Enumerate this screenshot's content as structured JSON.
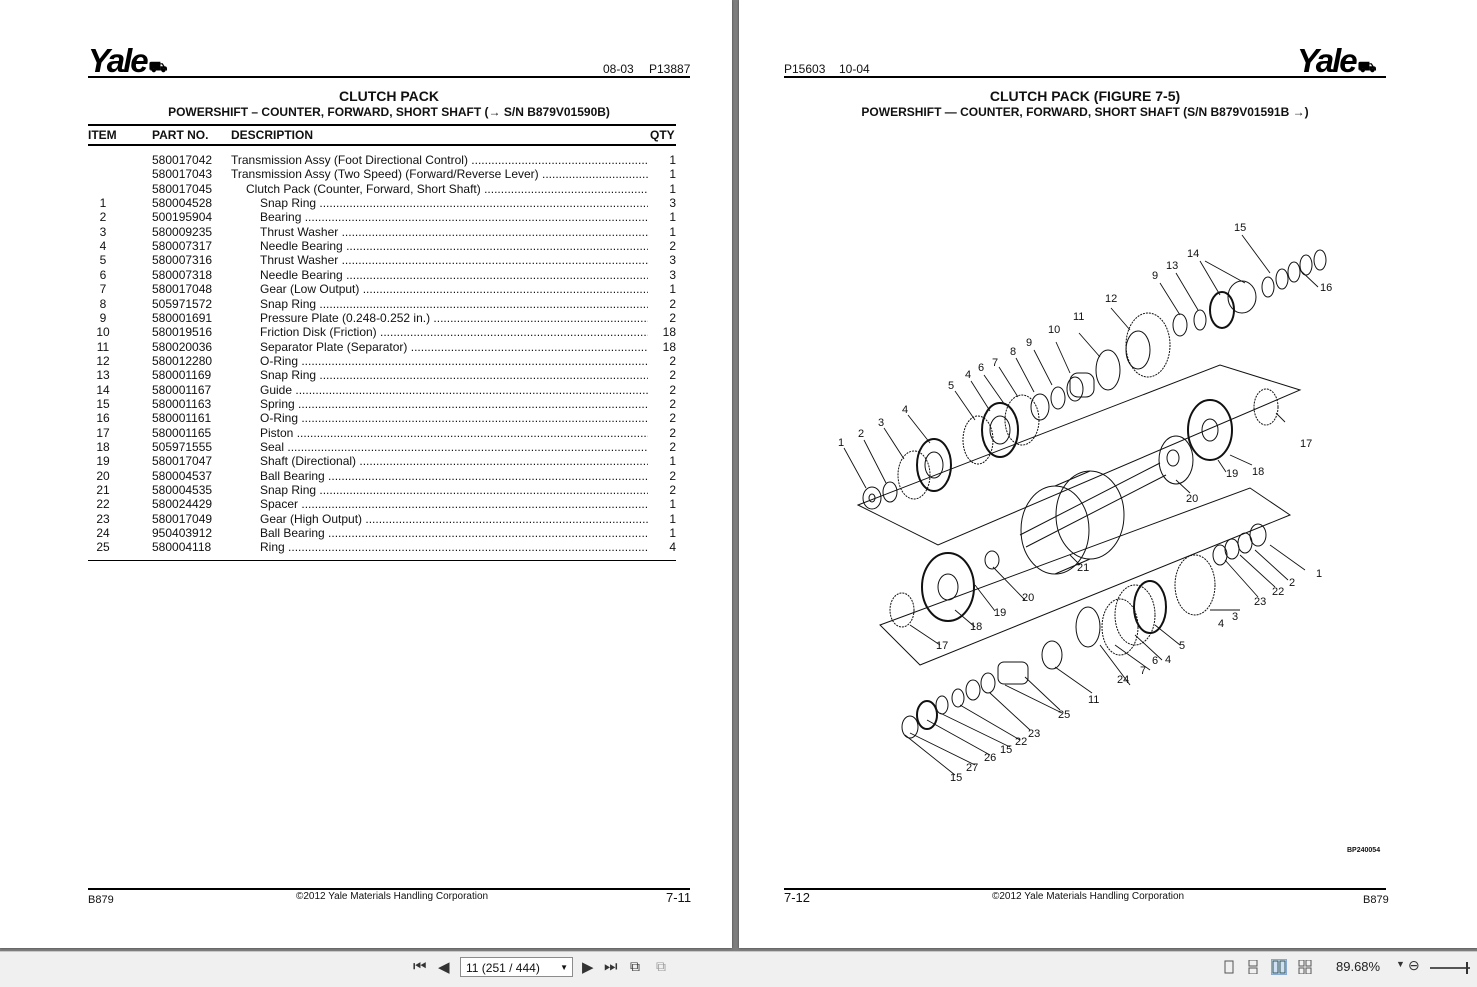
{
  "left_page": {
    "logo": "Yale",
    "date": "08-03",
    "pub_number": "P13887",
    "title": "CLUTCH PACK",
    "subtitle": "POWERSHIFT – COUNTER, FORWARD, SHORT SHAFT  (→ S/N B879V01590B)",
    "columns": {
      "item": "ITEM",
      "part": "PART NO.",
      "desc": "DESCRIPTION",
      "qty": "QTY"
    },
    "rows": [
      {
        "item": "",
        "part": "580017042",
        "desc": "Transmission Assy (Foot Directional Control)",
        "qty": "1",
        "indent": 0
      },
      {
        "item": "",
        "part": "580017043",
        "desc": "Transmission Assy (Two Speed) (Forward/Reverse Lever)",
        "qty": "1",
        "indent": 0
      },
      {
        "item": "",
        "part": "580017045",
        "desc": "Clutch Pack (Counter, Forward, Short Shaft)",
        "qty": "1",
        "indent": 1
      },
      {
        "item": "1",
        "part": "580004528",
        "desc": "Snap Ring",
        "qty": "3",
        "indent": 2
      },
      {
        "item": "2",
        "part": "500195904",
        "desc": "Bearing",
        "qty": "1",
        "indent": 2
      },
      {
        "item": "3",
        "part": "580009235",
        "desc": "Thrust Washer",
        "qty": "1",
        "indent": 2
      },
      {
        "item": "4",
        "part": "580007317",
        "desc": "Needle Bearing",
        "qty": "2",
        "indent": 2
      },
      {
        "item": "5",
        "part": "580007316",
        "desc": "Thrust Washer",
        "qty": "3",
        "indent": 2
      },
      {
        "item": "6",
        "part": "580007318",
        "desc": "Needle Bearing",
        "qty": "3",
        "indent": 2
      },
      {
        "item": "7",
        "part": "580017048",
        "desc": "Gear (Low Output)",
        "qty": "1",
        "indent": 2
      },
      {
        "item": "8",
        "part": "505971572",
        "desc": "Snap Ring",
        "qty": "2",
        "indent": 2
      },
      {
        "item": "9",
        "part": "580001691",
        "desc": "Pressure Plate (0.248-0.252 in.)",
        "qty": "2",
        "indent": 2
      },
      {
        "item": "10",
        "part": "580019516",
        "desc": "Friction Disk (Friction)",
        "qty": "18",
        "indent": 2
      },
      {
        "item": "11",
        "part": "580020036",
        "desc": "Separator Plate (Separator)",
        "qty": "18",
        "indent": 2
      },
      {
        "item": "12",
        "part": "580012280",
        "desc": "O-Ring",
        "qty": "2",
        "indent": 2
      },
      {
        "item": "13",
        "part": "580001169",
        "desc": "Snap Ring",
        "qty": "2",
        "indent": 2
      },
      {
        "item": "14",
        "part": "580001167",
        "desc": "Guide",
        "qty": "2",
        "indent": 2
      },
      {
        "item": "15",
        "part": "580001163",
        "desc": "Spring",
        "qty": "2",
        "indent": 2
      },
      {
        "item": "16",
        "part": "580001161",
        "desc": "O-Ring",
        "qty": "2",
        "indent": 2
      },
      {
        "item": "17",
        "part": "580001165",
        "desc": "Piston",
        "qty": "2",
        "indent": 2
      },
      {
        "item": "18",
        "part": "505971555",
        "desc": "Seal",
        "qty": "2",
        "indent": 2
      },
      {
        "item": "19",
        "part": "580017047",
        "desc": "Shaft (Directional)",
        "qty": "1",
        "indent": 2
      },
      {
        "item": "20",
        "part": "580004537",
        "desc": "Ball Bearing",
        "qty": "2",
        "indent": 2
      },
      {
        "item": "21",
        "part": "580004535",
        "desc": "Snap Ring",
        "qty": "2",
        "indent": 2
      },
      {
        "item": "22",
        "part": "580024429",
        "desc": "Spacer",
        "qty": "1",
        "indent": 2
      },
      {
        "item": "23",
        "part": "580017049",
        "desc": "Gear (High Output)",
        "qty": "1",
        "indent": 2
      },
      {
        "item": "24",
        "part": "950403912",
        "desc": "Ball Bearing",
        "qty": "1",
        "indent": 2
      },
      {
        "item": "25",
        "part": "580004118",
        "desc": "Ring",
        "qty": "4",
        "indent": 2
      }
    ],
    "footer_model": "B879",
    "copyright": "©2012 Yale Materials Handling Corporation",
    "page_number": "7-11"
  },
  "right_page": {
    "logo": "Yale",
    "pub_number": "P15603",
    "date": "10-04",
    "title": "CLUTCH PACK (FIGURE 7-5)",
    "subtitle": "POWERSHIFT — COUNTER, FORWARD, SHORT SHAFT  (S/N B879V01591B →)",
    "figure_code": "BP240054",
    "callouts": {
      "c1": "1",
      "c2": "2",
      "c3": "3",
      "c4": "4",
      "c5": "5",
      "c6": "6",
      "c7": "7",
      "c8": "8",
      "c9": "9",
      "c10": "10",
      "c11": "11",
      "c12": "12",
      "c13": "13",
      "c14": "14",
      "c15": "15",
      "c16": "16",
      "c17": "17",
      "c18": "18",
      "c19": "19",
      "c20": "20",
      "c21": "21",
      "c22": "22",
      "c23": "23",
      "c24": "24",
      "c25": "25",
      "c26": "26",
      "c27": "27"
    },
    "page_number": "7-12",
    "copyright": "©2012 Yale Materials Handling Corporation",
    "footer_model": "B879"
  },
  "toolbar": {
    "page_select_value": "11 (251 / 444)",
    "zoom": "89.68%",
    "icons": [
      "first-page-icon",
      "prev-page-icon",
      "next-page-icon",
      "last-page-icon",
      "previous-view-icon",
      "next-view-icon",
      "single-page-icon",
      "continuous-icon",
      "facing-icon",
      "continuous-facing-icon",
      "zoom-out-icon"
    ]
  }
}
